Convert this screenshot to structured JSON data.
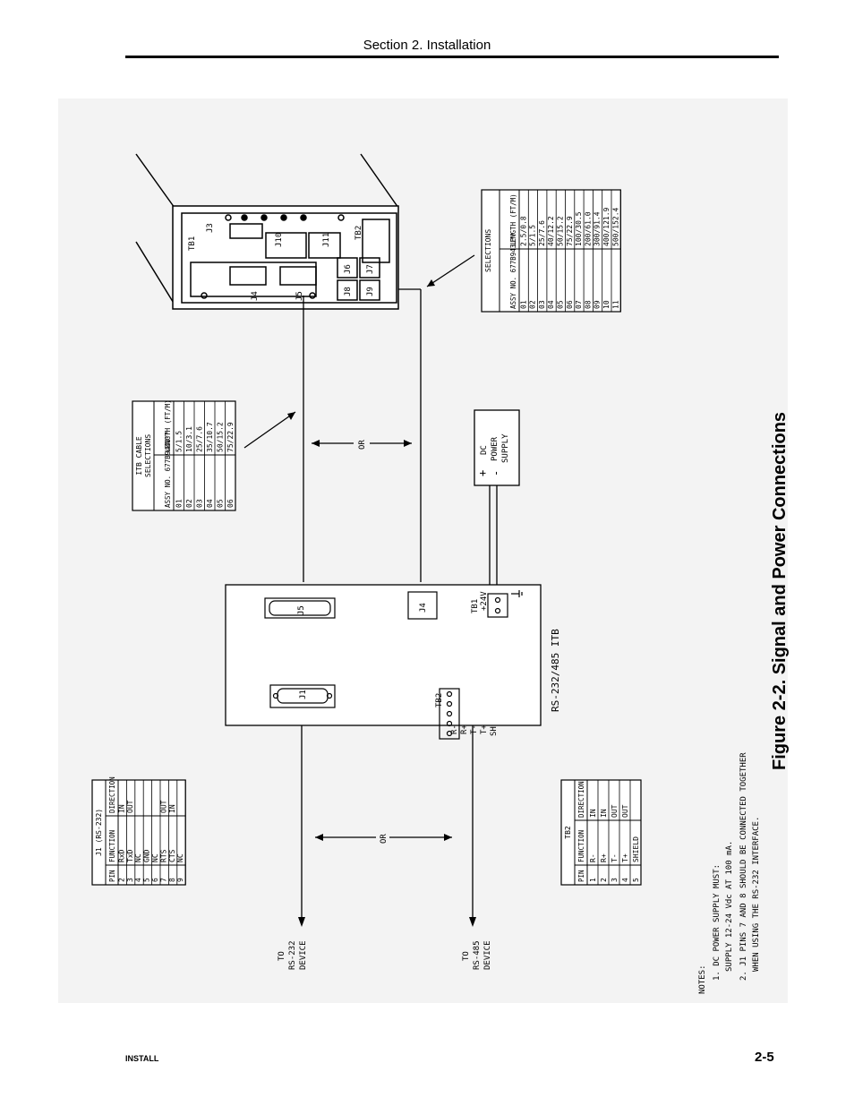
{
  "page": {
    "header": "Section 2.  Installation",
    "footer_left": "INSTALL",
    "footer_right": "2-5",
    "caption": "Figure 2-2. Signal and Power Connections"
  },
  "diagram": {
    "itb_label": "RS-232/485 ITB",
    "or_label": "OR",
    "dc_supply": {
      "plus": "+",
      "minus": "-",
      "line1": "DC",
      "line2": "POWER",
      "line3": "SUPPLY"
    },
    "tb1_label": "TB1",
    "v24_label": "+24V",
    "connectors": {
      "j1": "J1",
      "j5": "J5",
      "j4": "J4",
      "tb2": "TB2"
    },
    "tb2_terms": [
      "R-",
      "R+",
      "T-",
      "T+",
      "SH"
    ],
    "to_rs232": [
      "TO",
      "RS-232",
      "DEVICE"
    ],
    "to_rs485": [
      "TO",
      "RS-485",
      "DEVICE"
    ],
    "panel_labels": {
      "tb1": "TB1",
      "j3": "J3",
      "j4": "J4",
      "j5": "J5",
      "j6": "J6",
      "j7": "J7",
      "j8": "J8",
      "j9": "J9",
      "j10": "J10",
      "j11": "J11",
      "tb2": "TB2"
    },
    "j1_table": {
      "title": "J1 (RS-232)",
      "headers": [
        "PIN",
        "FUNCTION",
        "DIRECTION"
      ],
      "rows": [
        [
          "2",
          "RxD",
          "IN"
        ],
        [
          "3",
          "TxD",
          "OUT"
        ],
        [
          "4",
          "NC",
          ""
        ],
        [
          "5",
          "GND",
          ""
        ],
        [
          "6",
          "NC",
          ""
        ],
        [
          "7",
          "RTS",
          "OUT"
        ],
        [
          "8",
          "CTS",
          "IN"
        ],
        [
          "9",
          "NC",
          ""
        ]
      ]
    },
    "tb2_table": {
      "title": "TB2",
      "headers": [
        "PIN",
        "FUNCTION",
        "DIRECTION"
      ],
      "rows": [
        [
          "1",
          "R-",
          "IN"
        ],
        [
          "2",
          "R+",
          "IN"
        ],
        [
          "3",
          "T-",
          "OUT"
        ],
        [
          "4",
          "T+",
          "OUT"
        ],
        [
          "5",
          "SHIELD",
          ""
        ]
      ]
    },
    "itb_cable_table": {
      "title1": "ITB CABLE",
      "title2": "SELECTIONS",
      "headers": [
        "ASSY NO. 677B944U**",
        "LENGTH (FT/M)"
      ],
      "rows": [
        [
          "01",
          "5/1.5"
        ],
        [
          "02",
          "10/3.1"
        ],
        [
          "03",
          "25/7.6"
        ],
        [
          "04",
          "35/10.7"
        ],
        [
          "05",
          "50/15.2"
        ],
        [
          "06",
          "75/22.9"
        ]
      ]
    },
    "selections_table": {
      "title": "SELECTIONS",
      "headers": [
        "ASSY NO. 677B943U**",
        "LENGTH (FT/M)"
      ],
      "rows": [
        [
          "01",
          "2.5/0.8"
        ],
        [
          "02",
          "5/1.5"
        ],
        [
          "03",
          "25/7.6"
        ],
        [
          "04",
          "40/12.2"
        ],
        [
          "05",
          "50/15.2"
        ],
        [
          "06",
          "75/22.9"
        ],
        [
          "07",
          "100/30.5"
        ],
        [
          "08",
          "200/61.0"
        ],
        [
          "09",
          "300/91.4"
        ],
        [
          "10",
          "400/121.9"
        ],
        [
          "11",
          "500/152.4"
        ]
      ]
    },
    "notes": {
      "title": "NOTES:",
      "lines": [
        "1. DC POWER SUPPLY MUST:",
        "SUPPLY 12-24 Vdc AT 100 mA.",
        "2. J1 PINS 7 AND 8 SHOULD BE CONNECTED TOGETHER",
        "WHEN USING THE RS-232 INTERFACE."
      ]
    }
  }
}
